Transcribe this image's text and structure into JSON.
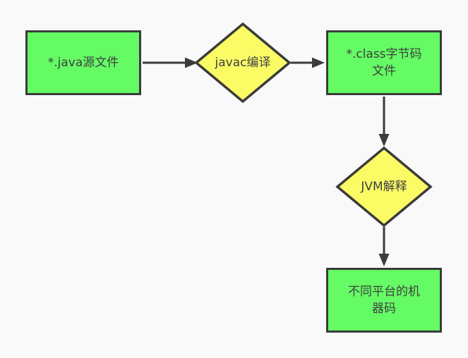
{
  "diagram": {
    "background": "#f9f9f9",
    "colors": {
      "process_fill": "#64fb64",
      "decision_fill": "#fbfb66",
      "stroke": "#3b3b3b",
      "text": "#404040"
    },
    "nodes": [
      {
        "id": "java-source",
        "shape": "rectangle",
        "label": "*.java源文件",
        "lines": [
          "*.java源文件"
        ]
      },
      {
        "id": "javac-compile",
        "shape": "diamond",
        "label": "javac编译",
        "lines": [
          "javac编译"
        ]
      },
      {
        "id": "class-bytecode",
        "shape": "rectangle",
        "label": "*.class字节码文件",
        "lines": [
          "*.class字节码",
          "文件"
        ]
      },
      {
        "id": "jvm-interpret",
        "shape": "diamond",
        "label": "JVM解释",
        "lines": [
          "JVM解释"
        ]
      },
      {
        "id": "machine-code",
        "shape": "rectangle",
        "label": "不同平台的机器码",
        "lines": [
          "不同平台的机",
          "器码"
        ]
      }
    ],
    "edges": [
      {
        "from": "java-source",
        "to": "javac-compile",
        "direction": "right"
      },
      {
        "from": "javac-compile",
        "to": "class-bytecode",
        "direction": "right"
      },
      {
        "from": "class-bytecode",
        "to": "jvm-interpret",
        "direction": "down"
      },
      {
        "from": "jvm-interpret",
        "to": "machine-code",
        "direction": "down"
      }
    ]
  }
}
